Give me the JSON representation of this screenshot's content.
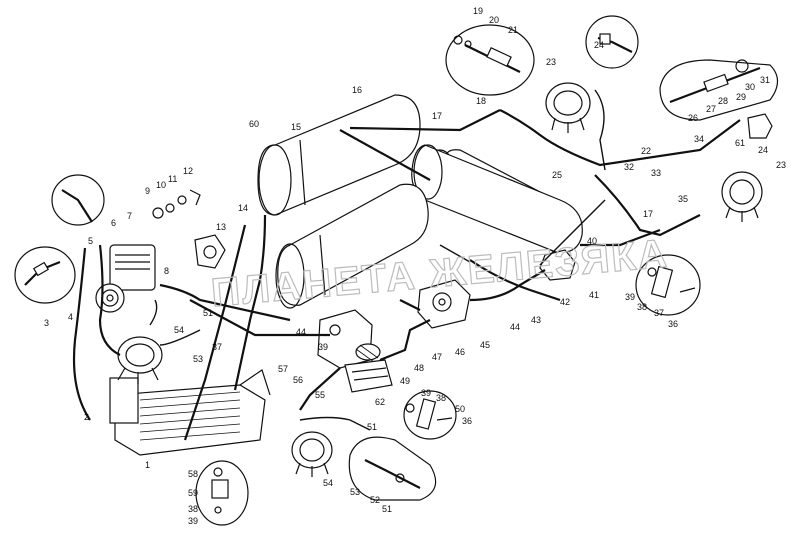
{
  "watermark": "ПЛАНЕТА ЖЕЛЕЗЯКА",
  "labels": [
    "1",
    "2",
    "3",
    "4",
    "5",
    "6",
    "7",
    "8",
    "9",
    "10",
    "11",
    "12",
    "13",
    "14",
    "15",
    "16",
    "17",
    "17",
    "18",
    "19",
    "20",
    "21",
    "22",
    "23",
    "23",
    "24",
    "24",
    "25",
    "26",
    "27",
    "28",
    "29",
    "30",
    "31",
    "32",
    "33",
    "34",
    "35",
    "36",
    "36",
    "37",
    "37",
    "38",
    "38",
    "38",
    "39",
    "39",
    "39",
    "39",
    "40",
    "41",
    "42",
    "43",
    "44",
    "44",
    "45",
    "46",
    "47",
    "48",
    "49",
    "50",
    "51",
    "51",
    "51",
    "52",
    "53",
    "53",
    "54",
    "54",
    "55",
    "56",
    "57",
    "58",
    "59",
    "60",
    "61",
    "62"
  ]
}
